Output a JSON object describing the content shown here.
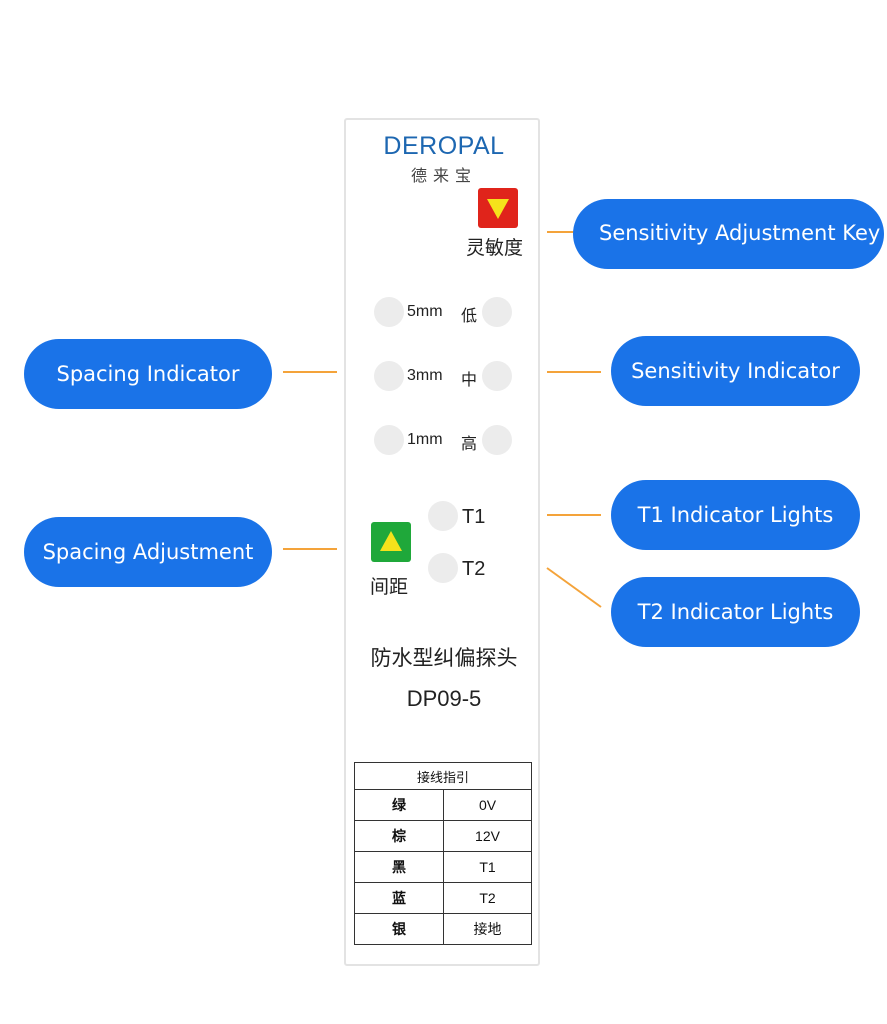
{
  "panel": {
    "brand": "DEROPAL",
    "brand_cn": "德来宝",
    "sensitivity_key_label": "灵敏度",
    "spacing_key_label": "间距",
    "spacing_values": [
      "5mm",
      "3mm",
      "1mm"
    ],
    "sensitivity_values": [
      "低",
      "中",
      "高"
    ],
    "t_labels": [
      "T1",
      "T2"
    ],
    "product_name": "防水型纠偏探头",
    "model": "DP09-5",
    "wiring": {
      "header": "接线指引",
      "rows": [
        {
          "color": "绿",
          "signal": "0V"
        },
        {
          "color": "棕",
          "signal": "12V"
        },
        {
          "color": "黑",
          "signal": "T1"
        },
        {
          "color": "蓝",
          "signal": "T2"
        },
        {
          "color": "银",
          "signal": "接地"
        }
      ]
    }
  },
  "callouts": {
    "sensitivity_key": "Sensitivity Adjustment Key",
    "spacing_indicator": "Spacing Indicator",
    "sensitivity_indicator": "Sensitivity Indicator",
    "spacing_adjustment": "Spacing Adjustment",
    "t1_lights": "T1 Indicator Lights",
    "t2_lights": "T2 Indicator Lights"
  },
  "colors": {
    "brand": "#1d67b1",
    "callout_bg": "#1a73e8",
    "leader_line": "#f4a33a",
    "key_red": "#e0241b",
    "key_green": "#1fa83a",
    "arrow_yellow": "#f5e21b"
  }
}
